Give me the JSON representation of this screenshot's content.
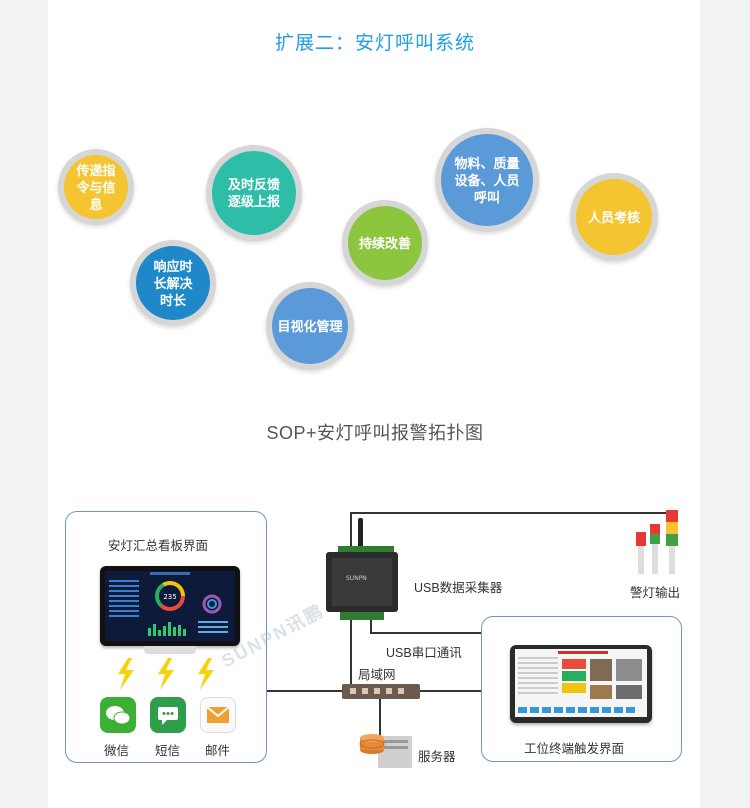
{
  "header": {
    "title": "扩展二：安灯呼叫系统"
  },
  "features": [
    {
      "label": "传递指令与信息",
      "color": "#f4c530"
    },
    {
      "label": "及时反馈逐级上报",
      "color": "#2ebea8"
    },
    {
      "label": "物料、质量设备、人员呼叫",
      "color": "#5a9ad8"
    },
    {
      "label": "人员考核",
      "color": "#f4c530"
    },
    {
      "label": "持续改善",
      "color": "#8cc63f"
    },
    {
      "label": "响应时长解决时长",
      "color": "#1e88c8"
    },
    {
      "label": "目视化管理",
      "color": "#5a9ad8"
    }
  ],
  "topology": {
    "title": "SOP+安灯呼叫报警拓扑图",
    "dashboard_label": "安灯汇总看板界面",
    "dashboard_number": "235",
    "collector_label": "USB数据采集器",
    "collector_brand": "SUNPN",
    "lamp_label": "警灯输出",
    "serial_label": "USB串口通讯",
    "lan_label": "局域网",
    "server_label": "服务器",
    "terminal_label": "工位终端触发界面",
    "watermark": "SUNPN讯鹏",
    "channels": [
      {
        "label": "微信",
        "color": "#3cb034",
        "icon": "wechat-icon"
      },
      {
        "label": "短信",
        "color": "#2e9e4a",
        "icon": "sms-icon"
      },
      {
        "label": "邮件",
        "color": "#f0a030",
        "icon": "mail-icon"
      }
    ]
  }
}
